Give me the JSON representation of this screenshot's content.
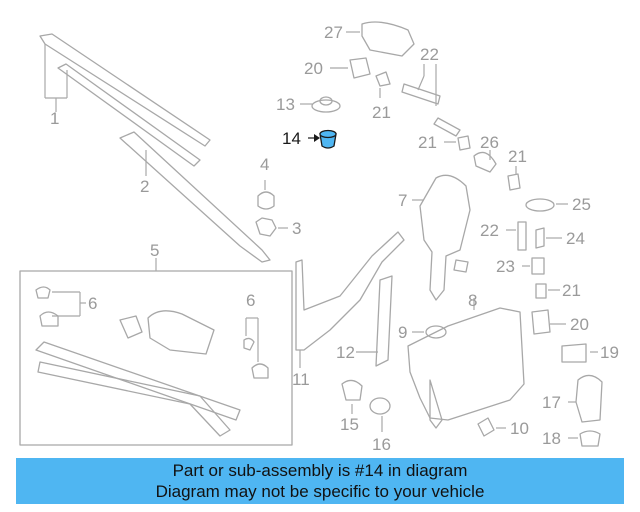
{
  "colors": {
    "banner_bg": "#4fb6f2",
    "highlight_part": "#4fb6f2",
    "part_stroke": "#a8a8a8",
    "label_gray": "#9a9a9a"
  },
  "diagram": {
    "labels": {
      "l1": "1",
      "l2": "2",
      "l3": "3",
      "l4": "4",
      "l5": "5",
      "l6a": "6",
      "l6b": "6",
      "l7": "7",
      "l8": "8",
      "l9": "9",
      "l10": "10",
      "l11": "11",
      "l12": "12",
      "l13": "13",
      "l14": "14",
      "l15": "15",
      "l16": "16",
      "l17": "17",
      "l18": "18",
      "l19": "19",
      "l20a": "20",
      "l20b": "20",
      "l21a": "21",
      "l21b": "21",
      "l21c": "21",
      "l21d": "21",
      "l22a": "22",
      "l22b": "22",
      "l23": "23",
      "l24": "24",
      "l25": "25",
      "l26": "26",
      "l27": "27"
    },
    "highlighted_part": "14"
  },
  "banner": {
    "line1": "Part or sub-assembly is #14 in diagram",
    "line2": "Diagram may not be specific to your vehicle"
  }
}
